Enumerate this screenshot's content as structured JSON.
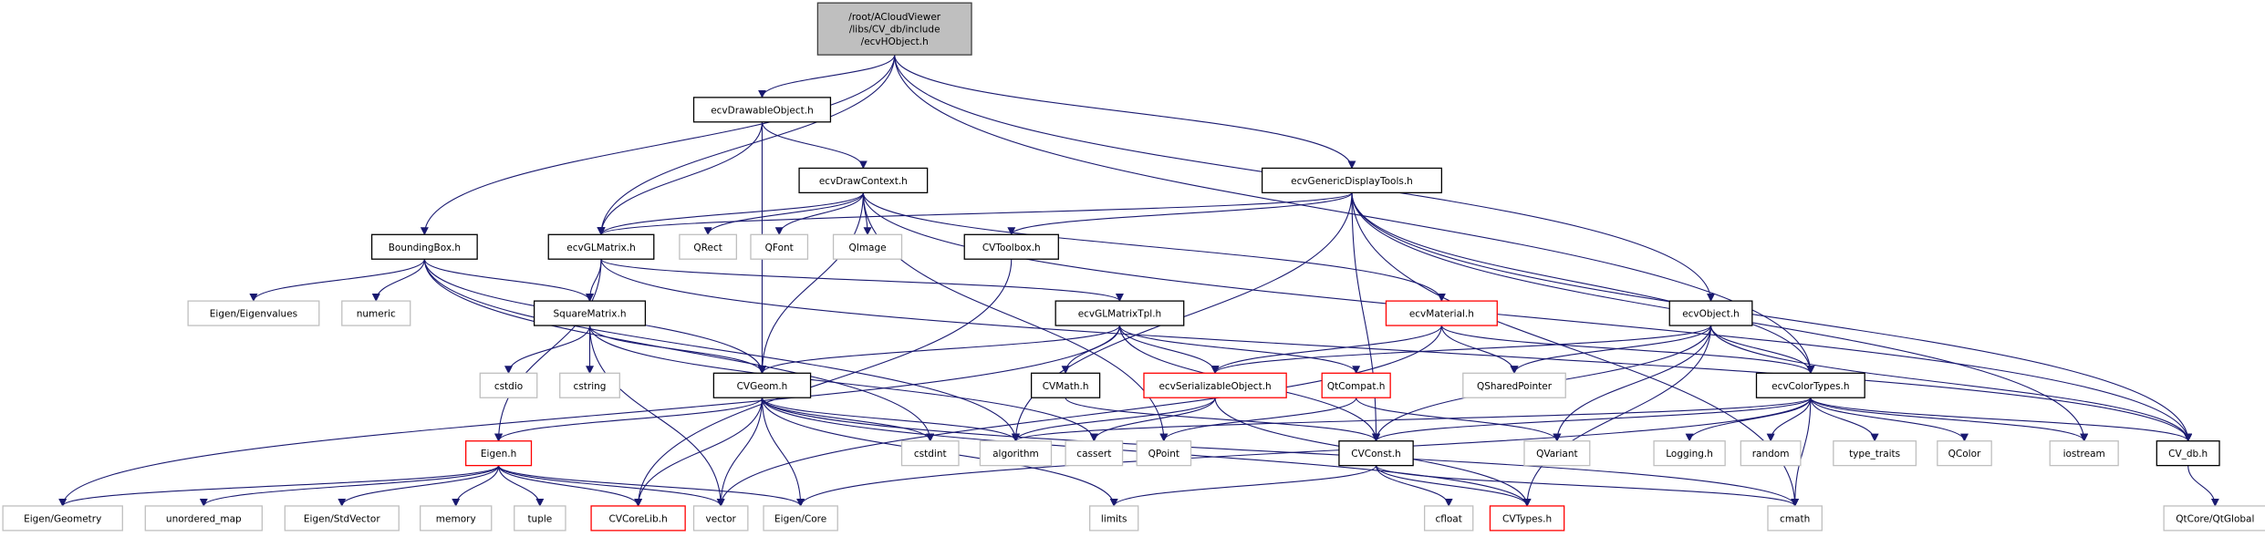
{
  "diagram": {
    "type": "include-dependency-graph",
    "root": "/root/ACloudViewer/libs/CV_db/include/ecvHObject.h",
    "colors": {
      "edge": "#191970",
      "root_fill": "#bfbfbf",
      "documented_border": "#000000",
      "system_border": "#bfbfbf",
      "truncated_border": "#ff0000"
    },
    "nodes": [
      {
        "id": "root",
        "lines": [
          "/root/ACloudViewer",
          "/libs/CV_db/include",
          "/ecvHObject.h"
        ],
        "kind": "root"
      },
      {
        "id": "ecvDrawableObject",
        "lines": [
          "ecvDrawableObject.h"
        ],
        "kind": "doc"
      },
      {
        "id": "ecvDrawContext",
        "lines": [
          "ecvDrawContext.h"
        ],
        "kind": "doc"
      },
      {
        "id": "ecvGenericDisplayTools",
        "lines": [
          "ecvGenericDisplayTools.h"
        ],
        "kind": "doc"
      },
      {
        "id": "BoundingBox",
        "lines": [
          "BoundingBox.h"
        ],
        "kind": "doc"
      },
      {
        "id": "ecvGLMatrix",
        "lines": [
          "ecvGLMatrix.h"
        ],
        "kind": "doc"
      },
      {
        "id": "QRect",
        "lines": [
          "QRect"
        ],
        "kind": "sys"
      },
      {
        "id": "QFont",
        "lines": [
          "QFont"
        ],
        "kind": "sys"
      },
      {
        "id": "QImage",
        "lines": [
          "QImage"
        ],
        "kind": "sys"
      },
      {
        "id": "CVToolbox",
        "lines": [
          "CVToolbox.h"
        ],
        "kind": "doc"
      },
      {
        "id": "EigenEigenvalues",
        "lines": [
          "Eigen/Eigenvalues"
        ],
        "kind": "sys"
      },
      {
        "id": "numeric",
        "lines": [
          "numeric"
        ],
        "kind": "sys"
      },
      {
        "id": "SquareMatrix",
        "lines": [
          "SquareMatrix.h"
        ],
        "kind": "doc"
      },
      {
        "id": "ecvGLMatrixTpl",
        "lines": [
          "ecvGLMatrixTpl.h"
        ],
        "kind": "doc"
      },
      {
        "id": "ecvMaterial",
        "lines": [
          "ecvMaterial.h"
        ],
        "kind": "red"
      },
      {
        "id": "ecvObject",
        "lines": [
          "ecvObject.h"
        ],
        "kind": "doc"
      },
      {
        "id": "cstdio",
        "lines": [
          "cstdio"
        ],
        "kind": "sys"
      },
      {
        "id": "cstring",
        "lines": [
          "cstring"
        ],
        "kind": "sys"
      },
      {
        "id": "CVGeom",
        "lines": [
          "CVGeom.h"
        ],
        "kind": "doc"
      },
      {
        "id": "CVMath",
        "lines": [
          "CVMath.h"
        ],
        "kind": "doc"
      },
      {
        "id": "ecvSerializableObject",
        "lines": [
          "ecvSerializableObject.h"
        ],
        "kind": "red"
      },
      {
        "id": "QtCompat",
        "lines": [
          "QtCompat.h"
        ],
        "kind": "red"
      },
      {
        "id": "QSharedPointer",
        "lines": [
          "QSharedPointer"
        ],
        "kind": "sys"
      },
      {
        "id": "ecvColorTypes",
        "lines": [
          "ecvColorTypes.h"
        ],
        "kind": "doc"
      },
      {
        "id": "EigenH",
        "lines": [
          "Eigen.h"
        ],
        "kind": "red"
      },
      {
        "id": "cstdint",
        "lines": [
          "cstdint"
        ],
        "kind": "sys"
      },
      {
        "id": "algorithm",
        "lines": [
          "algorithm"
        ],
        "kind": "sys"
      },
      {
        "id": "cassert",
        "lines": [
          "cassert"
        ],
        "kind": "sys"
      },
      {
        "id": "QPoint",
        "lines": [
          "QPoint"
        ],
        "kind": "sys"
      },
      {
        "id": "CVConst",
        "lines": [
          "CVConst.h"
        ],
        "kind": "doc"
      },
      {
        "id": "QVariant",
        "lines": [
          "QVariant"
        ],
        "kind": "sys"
      },
      {
        "id": "Logging",
        "lines": [
          "Logging.h"
        ],
        "kind": "sys"
      },
      {
        "id": "random",
        "lines": [
          "random"
        ],
        "kind": "sys"
      },
      {
        "id": "type_traits",
        "lines": [
          "type_traits"
        ],
        "kind": "sys"
      },
      {
        "id": "QColor",
        "lines": [
          "QColor"
        ],
        "kind": "sys"
      },
      {
        "id": "iostream",
        "lines": [
          "iostream"
        ],
        "kind": "sys"
      },
      {
        "id": "CV_db",
        "lines": [
          "CV_db.h"
        ],
        "kind": "doc"
      },
      {
        "id": "EigenGeometry",
        "lines": [
          "Eigen/Geometry"
        ],
        "kind": "sys"
      },
      {
        "id": "unordered_map",
        "lines": [
          "unordered_map"
        ],
        "kind": "sys"
      },
      {
        "id": "EigenStdVector",
        "lines": [
          "Eigen/StdVector"
        ],
        "kind": "sys"
      },
      {
        "id": "memory",
        "lines": [
          "memory"
        ],
        "kind": "sys"
      },
      {
        "id": "tuple",
        "lines": [
          "tuple"
        ],
        "kind": "sys"
      },
      {
        "id": "CVCoreLib",
        "lines": [
          "CVCoreLib.h"
        ],
        "kind": "red"
      },
      {
        "id": "vector",
        "lines": [
          "vector"
        ],
        "kind": "sys"
      },
      {
        "id": "EigenCore",
        "lines": [
          "Eigen/Core"
        ],
        "kind": "sys"
      },
      {
        "id": "limits",
        "lines": [
          "limits"
        ],
        "kind": "sys"
      },
      {
        "id": "cfloat",
        "lines": [
          "cfloat"
        ],
        "kind": "sys"
      },
      {
        "id": "CVTypes",
        "lines": [
          "CVTypes.h"
        ],
        "kind": "red"
      },
      {
        "id": "cmath",
        "lines": [
          "cmath"
        ],
        "kind": "sys"
      },
      {
        "id": "QtCoreQtGlobal",
        "lines": [
          "QtCore/QtGlobal"
        ],
        "kind": "sys"
      }
    ],
    "edges": [
      [
        "root",
        "ecvDrawableObject"
      ],
      [
        "root",
        "BoundingBox"
      ],
      [
        "root",
        "ecvGLMatrix"
      ],
      [
        "root",
        "ecvGenericDisplayTools"
      ],
      [
        "root",
        "ecvObject"
      ],
      [
        "root",
        "ecvColorTypes"
      ],
      [
        "ecvDrawableObject",
        "ecvDrawContext"
      ],
      [
        "ecvDrawableObject",
        "ecvGLMatrix"
      ],
      [
        "ecvDrawableObject",
        "CVGeom"
      ],
      [
        "ecvDrawContext",
        "ecvGLMatrix"
      ],
      [
        "ecvDrawContext",
        "QRect"
      ],
      [
        "ecvDrawContext",
        "QFont"
      ],
      [
        "ecvDrawContext",
        "QImage"
      ],
      [
        "ecvDrawContext",
        "CVGeom"
      ],
      [
        "ecvDrawContext",
        "ecvMaterial"
      ],
      [
        "ecvDrawContext",
        "CV_db"
      ],
      [
        "ecvDrawContext",
        "QPoint"
      ],
      [
        "ecvGenericDisplayTools",
        "ecvGLMatrix"
      ],
      [
        "ecvGenericDisplayTools",
        "CVToolbox"
      ],
      [
        "ecvGenericDisplayTools",
        "ecvColorTypes"
      ],
      [
        "ecvGenericDisplayTools",
        "CV_db"
      ],
      [
        "ecvGenericDisplayTools",
        "CVConst"
      ],
      [
        "ecvGenericDisplayTools",
        "iostream"
      ],
      [
        "ecvGenericDisplayTools",
        "algorithm"
      ],
      [
        "ecvGenericDisplayTools",
        "cmath"
      ],
      [
        "BoundingBox",
        "EigenEigenvalues"
      ],
      [
        "BoundingBox",
        "numeric"
      ],
      [
        "BoundingBox",
        "SquareMatrix"
      ],
      [
        "BoundingBox",
        "CVGeom"
      ],
      [
        "BoundingBox",
        "cstdint"
      ],
      [
        "BoundingBox",
        "algorithm"
      ],
      [
        "ecvGLMatrix",
        "SquareMatrix"
      ],
      [
        "ecvGLMatrix",
        "ecvGLMatrixTpl"
      ],
      [
        "ecvGLMatrix",
        "EigenH"
      ],
      [
        "ecvGLMatrix",
        "CV_db"
      ],
      [
        "CVToolbox",
        "CVCoreLib"
      ],
      [
        "SquareMatrix",
        "cstdio"
      ],
      [
        "SquareMatrix",
        "cstring"
      ],
      [
        "SquareMatrix",
        "CVGeom"
      ],
      [
        "SquareMatrix",
        "vector"
      ],
      [
        "SquareMatrix",
        "cassert"
      ],
      [
        "ecvGLMatrixTpl",
        "CVGeom"
      ],
      [
        "ecvGLMatrixTpl",
        "CVMath"
      ],
      [
        "ecvGLMatrixTpl",
        "ecvSerializableObject"
      ],
      [
        "ecvGLMatrixTpl",
        "QtCompat"
      ],
      [
        "ecvGLMatrixTpl",
        "CVConst"
      ],
      [
        "ecvGLMatrixTpl",
        "EigenGeometry"
      ],
      [
        "ecvMaterial",
        "ecvSerializableObject"
      ],
      [
        "ecvMaterial",
        "QSharedPointer"
      ],
      [
        "ecvMaterial",
        "ecvColorTypes"
      ],
      [
        "ecvMaterial",
        "vector"
      ],
      [
        "ecvObject",
        "ecvSerializableObject"
      ],
      [
        "ecvObject",
        "QSharedPointer"
      ],
      [
        "ecvObject",
        "ecvColorTypes"
      ],
      [
        "ecvObject",
        "QVariant"
      ],
      [
        "ecvObject",
        "CVTypes"
      ],
      [
        "ecvObject",
        "CVConst"
      ],
      [
        "ecvObject",
        "CV_db"
      ],
      [
        "CVGeom",
        "EigenH"
      ],
      [
        "CVGeom",
        "CVCoreLib"
      ],
      [
        "CVGeom",
        "vector"
      ],
      [
        "CVGeom",
        "EigenCore"
      ],
      [
        "CVGeom",
        "limits"
      ],
      [
        "CVGeom",
        "algorithm"
      ],
      [
        "CVGeom",
        "cstdint"
      ],
      [
        "CVGeom",
        "cmath"
      ],
      [
        "CVGeom",
        "CVTypes"
      ],
      [
        "CVMath",
        "CVConst"
      ],
      [
        "ecvSerializableObject",
        "algorithm"
      ],
      [
        "ecvSerializableObject",
        "cassert"
      ],
      [
        "ecvSerializableObject",
        "CVTypes"
      ],
      [
        "QtCompat",
        "QPoint"
      ],
      [
        "QtCompat",
        "QVariant"
      ],
      [
        "ecvColorTypes",
        "CVConst"
      ],
      [
        "ecvColorTypes",
        "Logging"
      ],
      [
        "ecvColorTypes",
        "random"
      ],
      [
        "ecvColorTypes",
        "type_traits"
      ],
      [
        "ecvColorTypes",
        "QColor"
      ],
      [
        "ecvColorTypes",
        "iostream"
      ],
      [
        "ecvColorTypes",
        "CV_db"
      ],
      [
        "ecvColorTypes",
        "cmath"
      ],
      [
        "ecvColorTypes",
        "algorithm"
      ],
      [
        "ecvColorTypes",
        "EigenCore"
      ],
      [
        "EigenH",
        "EigenGeometry"
      ],
      [
        "EigenH",
        "unordered_map"
      ],
      [
        "EigenH",
        "EigenStdVector"
      ],
      [
        "EigenH",
        "memory"
      ],
      [
        "EigenH",
        "tuple"
      ],
      [
        "EigenH",
        "CVCoreLib"
      ],
      [
        "EigenH",
        "vector"
      ],
      [
        "EigenH",
        "EigenCore"
      ],
      [
        "CVConst",
        "cfloat"
      ],
      [
        "CVConst",
        "CVTypes"
      ],
      [
        "CVConst",
        "limits"
      ],
      [
        "CVConst",
        "cmath"
      ],
      [
        "CV_db",
        "QtCoreQtGlobal"
      ]
    ]
  }
}
